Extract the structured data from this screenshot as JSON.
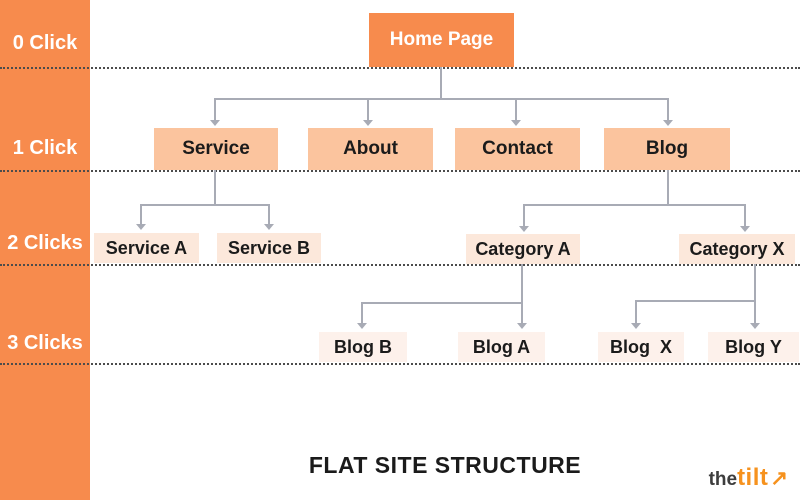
{
  "title": "FLAT SITE STRUCTURE",
  "colors": {
    "sidebar": "#F78B4D",
    "level0_box": "#F78B4D",
    "level1_box": "#FBC49E",
    "level2_box": "#FCE8DB",
    "level3_box": "#FDF1EB",
    "connector": "#A8ABB5",
    "dotline": "#4C4C4C",
    "text_dark": "#1B1B1B",
    "logo_dark": "#3D3D3D",
    "logo_orange": "#F6921E"
  },
  "row_labels": [
    {
      "label": "0 Click"
    },
    {
      "label": "1 Click"
    },
    {
      "label": "2 Clicks"
    },
    {
      "label": "3 Clicks"
    }
  ],
  "nodes": {
    "home": "Home Page",
    "service": "Service",
    "about": "About",
    "contact": "Contact",
    "blog": "Blog",
    "service_a": "Service A",
    "service_b": "Service B",
    "category_a": "Category A",
    "category_x": "Category X",
    "blog_b": "Blog B",
    "blog_a": "Blog A",
    "blog_x": "Blog  X",
    "blog_y": "Blog Y"
  },
  "logo": {
    "prefix": "the",
    "name": "tilt",
    "arrow": "↗"
  }
}
